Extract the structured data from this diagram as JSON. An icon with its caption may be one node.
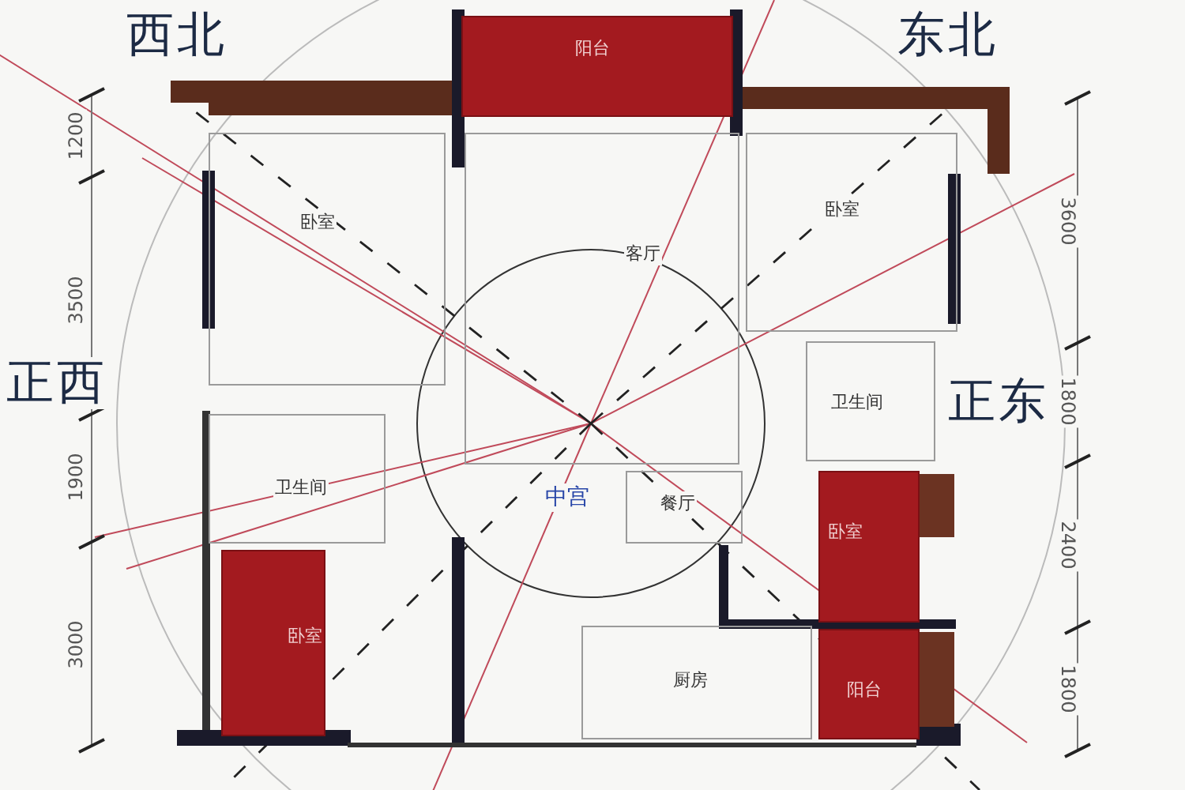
{
  "diagram": {
    "nodes": [
      {
        "text": [
          "阳台"
        ]
      },
      {
        "text": [
          "卧室"
        ]
      },
      {
        "text": [
          "客厅"
        ]
      },
      {
        "text": [
          "卧室"
        ]
      },
      {
        "text": [
          "卫生间"
        ]
      },
      {
        "text": [
          "卫生间"
        ]
      },
      {
        "text": [
          "餐厅"
        ]
      },
      {
        "text": [
          "卧室"
        ]
      },
      {
        "text": [
          "卧室"
        ]
      },
      {
        "text": [
          "厨房"
        ]
      },
      {
        "text": [
          "阳台"
        ]
      }
    ],
    "labels": [
      "西北",
      "东北",
      "正西",
      "正东",
      "中宫",
      "1200",
      "3500",
      "1900",
      "3000",
      "3600",
      "1800",
      "2400",
      "1800"
    ]
  }
}
